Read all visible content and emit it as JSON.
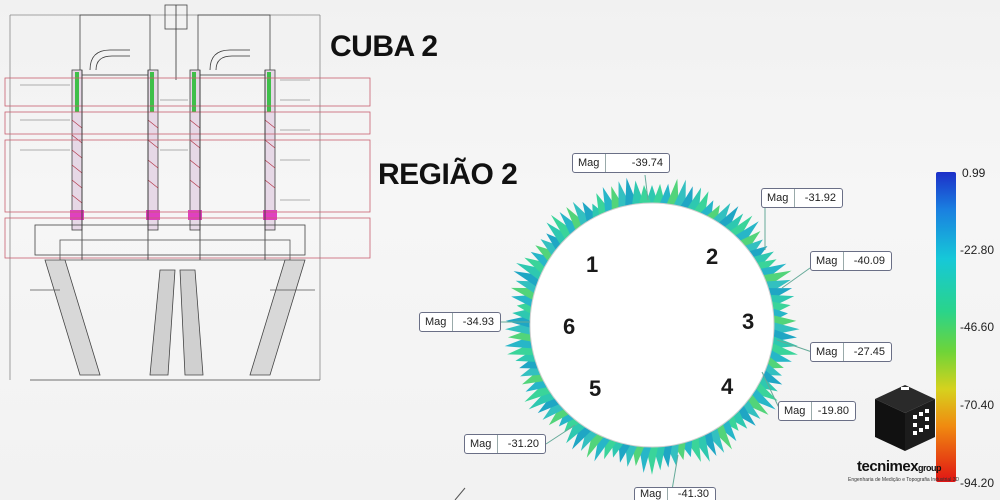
{
  "titles": {
    "cuba": "CUBA 2",
    "regiao": "REGIÃO 2"
  },
  "sector_numbers": [
    "1",
    "2",
    "3",
    "4",
    "5",
    "6"
  ],
  "mag_labels": [
    {
      "key": "Mag",
      "value": "-39.74"
    },
    {
      "key": "Mag",
      "value": "-31.92"
    },
    {
      "key": "Mag",
      "value": "-40.09"
    },
    {
      "key": "Mag",
      "value": "-27.45"
    },
    {
      "key": "Mag",
      "value": "-19.80"
    },
    {
      "key": "Mag",
      "value": "-31.20"
    },
    {
      "key": "Mag",
      "value": "-34.93"
    },
    {
      "key": "Mag",
      "value": "-41.30"
    }
  ],
  "scale": {
    "ticks": [
      "0.99",
      "-22.80",
      "-46.60",
      "-70.40",
      "-94.20"
    ]
  },
  "logo": {
    "word": "tecnimex",
    "suffix": "group",
    "tagline": "Engenharia de Medição e Topografia Industrial 3D"
  },
  "colors": {
    "accent_magenta": "#e040c0",
    "drawing_line": "#333333",
    "section_line": "#c86070"
  }
}
